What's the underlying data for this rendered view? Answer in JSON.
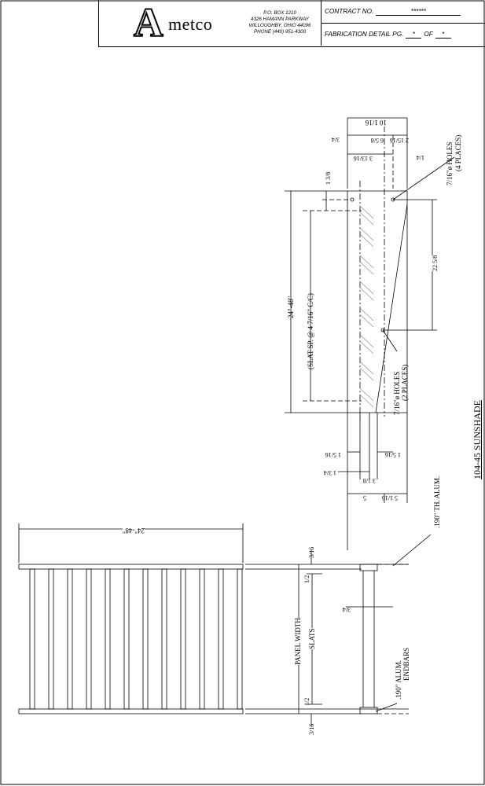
{
  "company": {
    "logo_letter": "A",
    "logo_rest": "metco",
    "address_lines": [
      "P.O. BOX 1210",
      "4326 HAMANN PARKWAY",
      "WILLOUGHBY, OHIO 44096",
      "PHONE (440) 951-4300"
    ]
  },
  "title_block": {
    "contract_label": "CONTRACT NO.",
    "contract_value": "******",
    "fab_label": "FABRICATION DETAIL PG.",
    "page_value": "*",
    "of_label": "OF",
    "of_value": "*"
  },
  "drawing": {
    "title": "104-45 SUNSHADE",
    "holes_4": "7/16\"ø HOLES",
    "holes_4_sub": "(4 PLACES)",
    "holes_2": "7/16\"ø HOLES",
    "holes_2_sub": "(2 PLACES)",
    "length_range": "24\"-48\"",
    "slat_spacing": "(SLAT SP. @ 4 7/16\" C/C)",
    "alum_thickness": ".190\" TH. ALUM.",
    "endbars_1": ".190\" ALUM.",
    "endbars_2": "ENDBARS",
    "panel_width": "PANEL WIDTH",
    "slats": "SLATS",
    "plan_length": "24\"-48\""
  },
  "dimensions": {
    "overall_width": "10 1/16",
    "dim_6_5_8": "6 5/8",
    "dim_2_15_16": "2 15/16",
    "dim_3_4": "3/4",
    "dim_3_13_16": "3 13/16",
    "dim_1_4": "1/4",
    "dim_1_3_8": "1 3/8",
    "dim_22_5_8": "22 5/8",
    "dim_1_5_16_a": "1 5/16",
    "dim_1_5_16_b": "1 5/16",
    "dim_1_3_4": "1 3/4",
    "dim_3_1_8": "3 1/8",
    "dim_5": "5",
    "dim_5_1_16": "5 1/16",
    "dim_3_16_top": "3/16",
    "dim_3_16_bot": "3/16",
    "dim_1_2_top": "1/2",
    "dim_1_2_bot": "1/2",
    "dim_3_4_b": "3/4"
  }
}
